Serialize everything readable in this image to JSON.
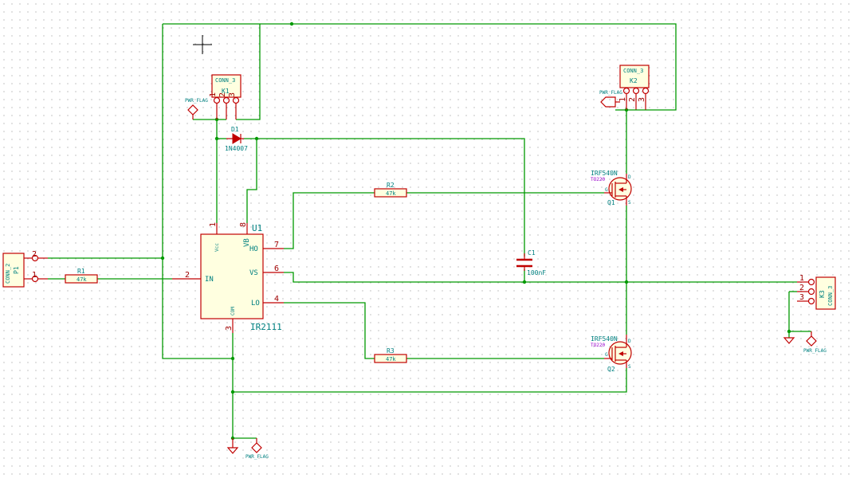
{
  "components": {
    "p1": {
      "ref": "P1",
      "value": "CONN_2",
      "pins": [
        "2",
        "1"
      ]
    },
    "k1": {
      "ref": "K1",
      "value": "CONN_3",
      "pins": [
        "1",
        "2",
        "3"
      ]
    },
    "k2": {
      "ref": "K2",
      "value": "CONN_3",
      "pins": [
        "1",
        "2",
        "3"
      ]
    },
    "k3": {
      "ref": "K3",
      "value": "CONN_3",
      "pins": [
        "1",
        "2",
        "3"
      ]
    },
    "r1": {
      "ref": "R1",
      "value": "47k"
    },
    "r2": {
      "ref": "R2",
      "value": "47k"
    },
    "r3": {
      "ref": "R3",
      "value": "47k"
    },
    "d1": {
      "ref": "D1",
      "value": "1N4007"
    },
    "c1": {
      "ref": "C1",
      "value": "100nF"
    },
    "q1": {
      "ref": "Q1",
      "value": "IRF540N",
      "package": "TO220",
      "pins": [
        "G",
        "D",
        "S"
      ]
    },
    "q2": {
      "ref": "Q2",
      "value": "IRF540N",
      "package": "TO220",
      "pins": [
        "G",
        "D",
        "S"
      ]
    },
    "u1": {
      "ref": "U1",
      "value": "IR2111",
      "pins": {
        "vcc": {
          "num": "1",
          "name": "Vcc"
        },
        "vb": {
          "num": "8",
          "name": "VB"
        },
        "ho": {
          "num": "7",
          "name": "HO"
        },
        "vs": {
          "num": "6",
          "name": "VS"
        },
        "lo": {
          "num": "4",
          "name": "LO"
        },
        "in": {
          "num": "2",
          "name": "IN"
        },
        "com": {
          "num": "3",
          "name": "COM"
        }
      }
    },
    "flags": [
      "PWR_FLAG",
      "PWR_FLAG",
      "PWR_FLAG",
      "PWR_FLAG"
    ]
  }
}
